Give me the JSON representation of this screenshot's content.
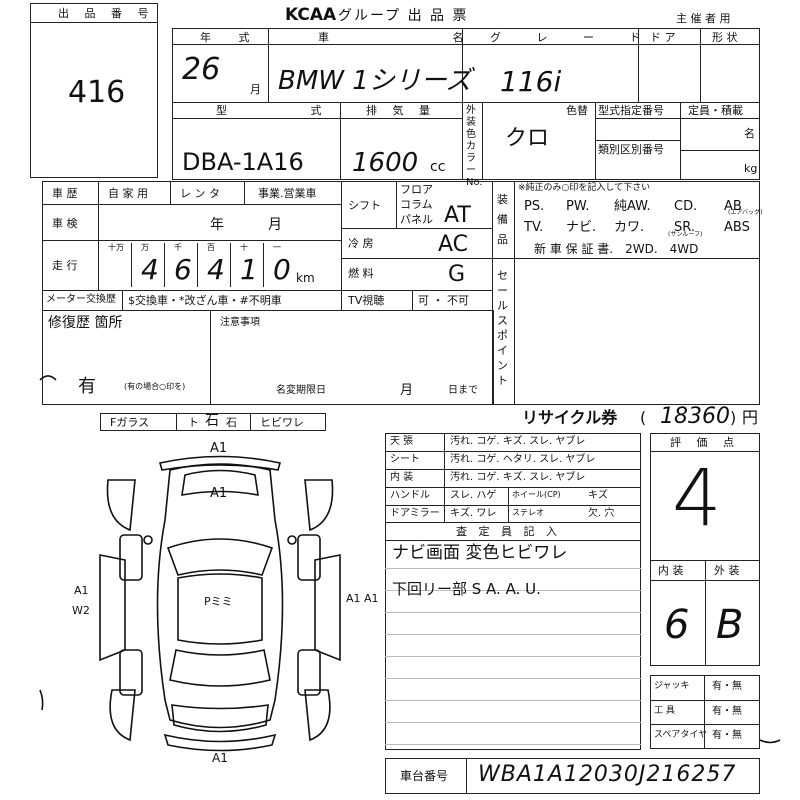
{
  "header": {
    "logo": "KCAA",
    "title": "グループ 出 品 票",
    "organizer_use": "主 催 者 用"
  },
  "lot": {
    "label": "出 品 番 号",
    "number": "416"
  },
  "year_model": {
    "year_label": "年 式",
    "car_name_label": "車 名",
    "grade_label": "グ レ ー ド",
    "door_label": "ド ア",
    "shape_label": "形 状",
    "year_value": "26",
    "month_suffix": "月",
    "car_name_value": "BMW 1シリーズ",
    "grade_value": "116i"
  },
  "type_row": {
    "model_label": "型 式",
    "displacement_label": "排 気 量",
    "color_label": "外装色カラーNo.",
    "color_change_label": "色替",
    "type_designation_label": "型式指定番号",
    "class_label": "類別区別番号",
    "capacity_label": "定員・積載",
    "persons_unit": "名",
    "kg_unit": "kg",
    "model_value": "DBA-1A16",
    "displacement_value": "1600",
    "cc_unit": "cc",
    "color_value": "クロ"
  },
  "history_row": {
    "car_history_label": "車 歴",
    "private_label": "自 家 用",
    "rental_label": "レ ン タ",
    "business_label": "事業.営業車",
    "inspection_label": "車 検",
    "year_unit": "年",
    "month_unit": "月",
    "mileage_label": "走 行",
    "digit_labels": [
      "十万",
      "万",
      "千",
      "百",
      "十",
      "一"
    ],
    "mileage_digits": [
      "",
      "4",
      "6",
      "4",
      "1",
      "0"
    ],
    "km_unit": "km",
    "meter_label": "メーター交換歴",
    "meter_legend": "$交換車・*改ざん車・#不明車"
  },
  "shift": {
    "shift_label": "シフト",
    "floor": "フロア",
    "column": "コラム",
    "panel": "パネル",
    "shift_value": "AT",
    "ac_label": "冷 房",
    "ac_value": "AC",
    "fuel_label": "燃 料",
    "fuel_value": "G",
    "tv_label": "TV視聴",
    "tv_options": "可 ・ 不可"
  },
  "equipment": {
    "label": "装備品",
    "note": "※純正のみ○印を記入して下さい",
    "row1": [
      "PS.",
      "PW.",
      "純AW.",
      "CD.",
      "AB"
    ],
    "row2": [
      "TV.",
      "ナビ.",
      "カワ.",
      "SR.",
      "ABS"
    ],
    "sr_note": "(サンルーフ)",
    "ab_note": "(エアバッグ)",
    "row3": "新 車 保 証 書.　2WD.　4WD"
  },
  "sale_point": {
    "label": "セールスポイント"
  },
  "repair": {
    "label": "修復歴 箇所",
    "value": "有",
    "hint": "(有の場合○印を)",
    "notes_label": "注意事項",
    "deadline_label": "名変期限日",
    "month": "月",
    "day_until": "日まで"
  },
  "glass": {
    "f_glass": "Fガラス",
    "to": "ト",
    "stone": "石",
    "crack": "ヒビワレ",
    "to_mark": "石"
  },
  "recycle": {
    "label": "リサイクル券",
    "value": "18360",
    "unit": "円"
  },
  "interior_checks": {
    "rows": [
      {
        "label": "天 張",
        "options": "汚れ. コゲ. キズ. スレ. ヤブレ"
      },
      {
        "label": "シート",
        "options": "汚れ. コゲ. ヘタリ. スレ. ヤブレ"
      },
      {
        "label": "内 装",
        "options": "汚れ. コゲ. キズ. スレ. ヤブレ"
      },
      {
        "label": "ハンドル",
        "options": "スレ. ハゲ",
        "extra_label": "ホイール(CP)",
        "extra_value": "キズ"
      },
      {
        "label": "ドアミラー",
        "options": "キズ. ワレ",
        "extra_label": "ステレオ",
        "extra_value": "欠. 穴"
      }
    ]
  },
  "inspector": {
    "label": "査 定 員 記 入",
    "line1": "ナビ画面 変色ヒビワレ",
    "line2": "下回リー部 S  A. A. U."
  },
  "grades": {
    "score_label": "評 価 点",
    "score_value": "4",
    "interior_label": "内 装",
    "exterior_label": "外 装",
    "interior_value": "6",
    "exterior_value": "B"
  },
  "tools": {
    "rows": [
      {
        "label": "ジャッキ",
        "value": "有・無"
      },
      {
        "label": "工 具",
        "value": "有・無"
      },
      {
        "label": "スペアタイヤ",
        "value": "有・無"
      }
    ]
  },
  "chassis": {
    "label": "車台番号",
    "value": "WBA1A12030J216257"
  },
  "diagram_marks": {
    "top1": "A1",
    "top2": "A1",
    "left1": "A1",
    "left2": "W2",
    "center": "Pミミ",
    "right": "A1 A1",
    "bottom": "A1"
  }
}
